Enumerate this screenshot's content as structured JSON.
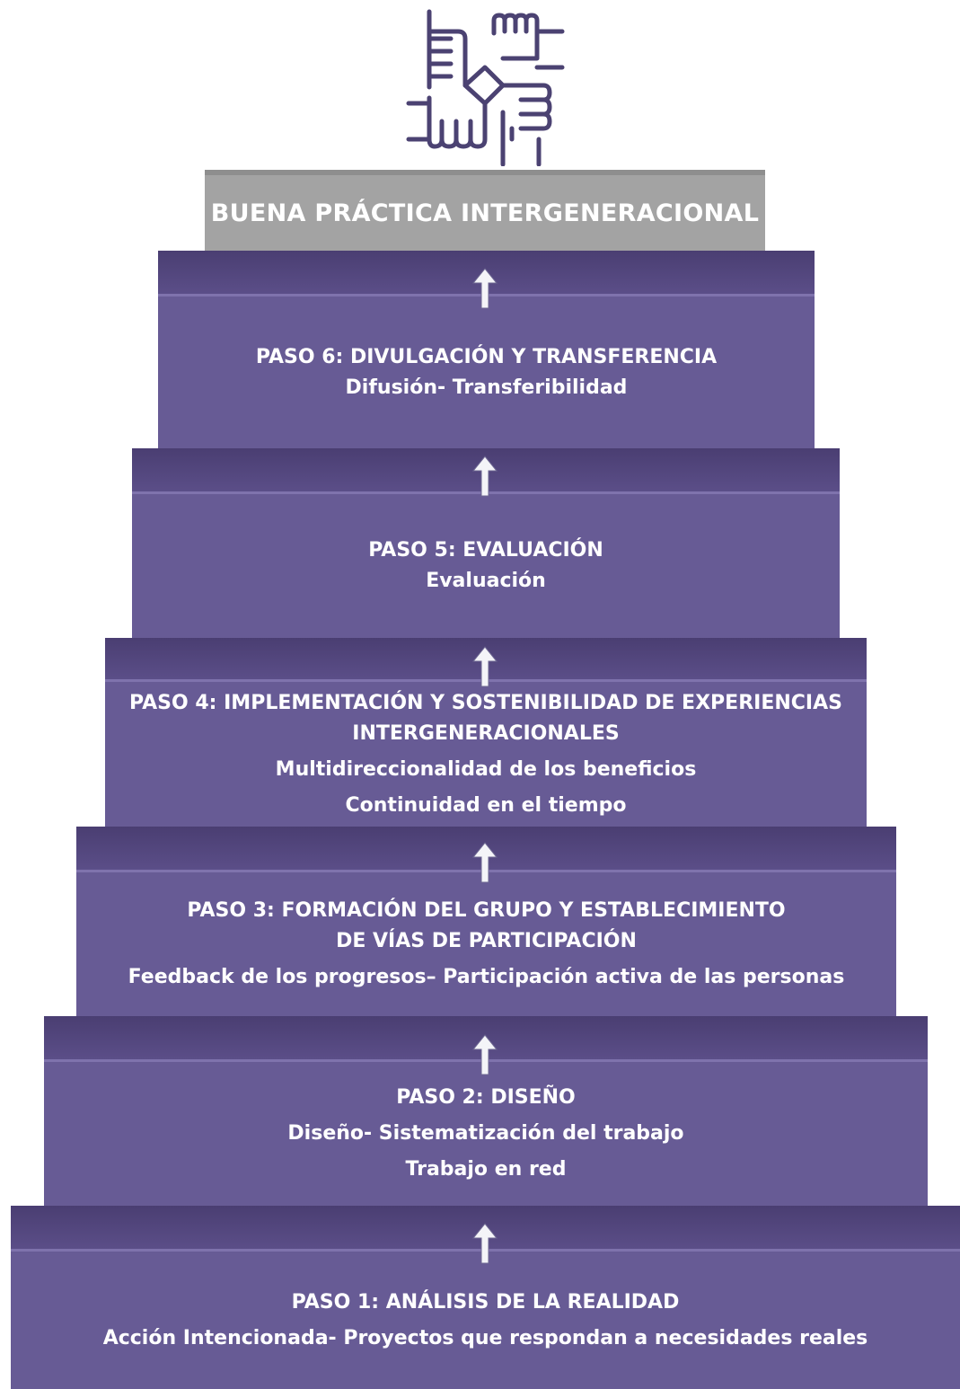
{
  "header": {
    "title": "BUENA PRÁCTICA INTERGENERACIONAL",
    "icon": "hands-together-icon"
  },
  "colors": {
    "step_face": "#675b95",
    "step_bevel": "#4a3e72",
    "top_cap": "#a3a3a3",
    "icon_stroke": "#4b4272",
    "text": "#ffffff"
  },
  "steps": [
    {
      "title_lines": [
        "PASO 6: DIVULGACIÓN Y TRANSFERENCIA"
      ],
      "detail_lines": [
        "Difusión- Transferibilidad"
      ]
    },
    {
      "title_lines": [
        "PASO 5: EVALUACIÓN"
      ],
      "detail_lines": [
        "Evaluación"
      ]
    },
    {
      "title_lines": [
        "PASO 4: IMPLEMENTACIÓN Y SOSTENIBILIDAD DE EXPERIENCIAS",
        "INTERGENERACIONALES"
      ],
      "detail_lines": [
        "Multidireccionalidad de los beneficios",
        "Continuidad en el tiempo"
      ]
    },
    {
      "title_lines": [
        "PASO 3: FORMACIÓN DEL GRUPO Y ESTABLECIMIENTO",
        "DE VÍAS DE PARTICIPACIÓN"
      ],
      "detail_lines": [
        "Feedback de los progresos– Participación activa de las personas"
      ]
    },
    {
      "title_lines": [
        "PASO 2: DISEÑO"
      ],
      "detail_lines": [
        "Diseño- Sistematización del trabajo",
        "Trabajo en red"
      ]
    },
    {
      "title_lines": [
        "PASO 1: ANÁLISIS DE LA REALIDAD"
      ],
      "detail_lines": [
        "Acción Intencionada- Proyectos que respondan a necesidades reales"
      ]
    }
  ]
}
